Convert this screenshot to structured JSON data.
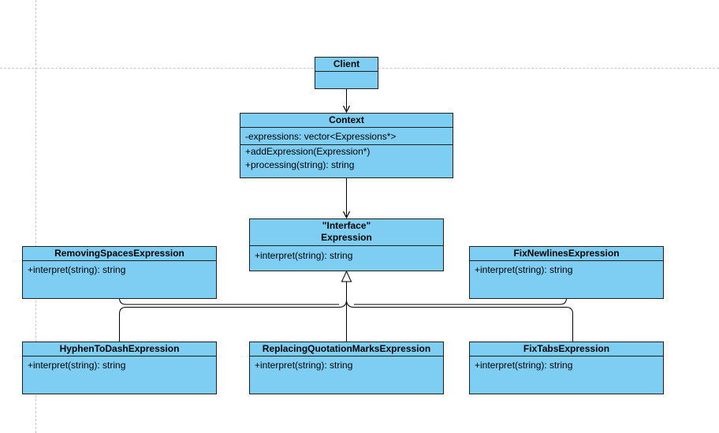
{
  "diagram": {
    "classes": {
      "client": {
        "name": "Client",
        "attributes": [],
        "methods": []
      },
      "context": {
        "name": "Context",
        "attributes": [
          "-expressions: vector<Expressions*>"
        ],
        "methods": [
          "+addExpression(Expression*)",
          "+processing(string): string"
        ]
      },
      "expression": {
        "stereotype": "\"Interface\"",
        "name": "Expression",
        "methods": [
          "+interpret(string): string"
        ]
      },
      "removing_spaces": {
        "name": "RemovingSpacesExpression",
        "methods": [
          "+interpret(string): string"
        ]
      },
      "fix_newlines": {
        "name": "FixNewlinesExpression",
        "methods": [
          "+interpret(string): string"
        ]
      },
      "hyphen_to_dash": {
        "name": "HyphenToDashExpression",
        "methods": [
          "+interpret(string): string"
        ]
      },
      "replacing_quotes": {
        "name": "ReplacingQuotationMarksExpression",
        "methods": [
          "+interpret(string): string"
        ]
      },
      "fix_tabs": {
        "name": "FixTabsExpression",
        "methods": [
          "+interpret(string): string"
        ]
      }
    },
    "colors": {
      "class_fill": "#7ecef4",
      "stroke": "#1f1f1f",
      "guide": "#c8c8c8"
    }
  }
}
